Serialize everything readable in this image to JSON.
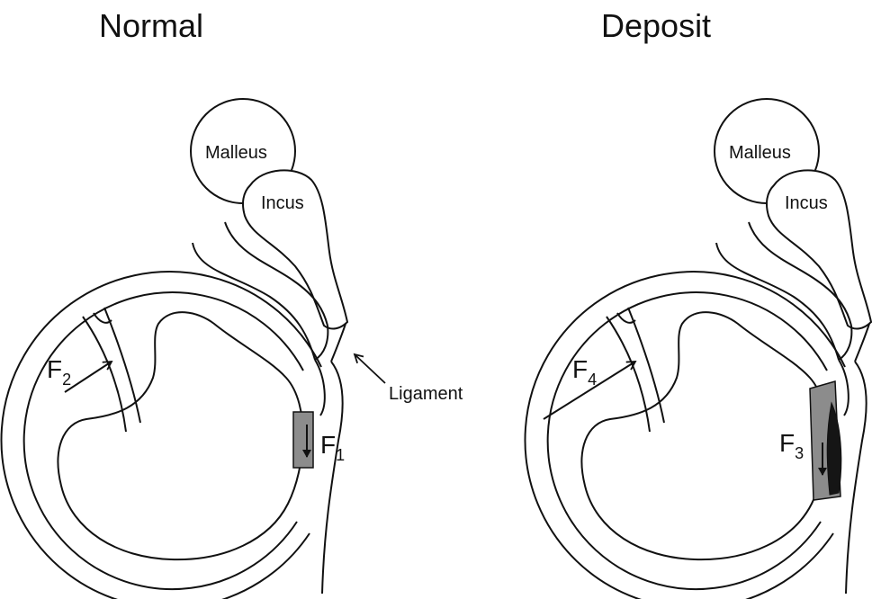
{
  "panels": {
    "normal": {
      "title": "Normal",
      "malleus": "Malleus",
      "incus": "Incus",
      "ligament": "Ligament",
      "force_a": {
        "letter": "F",
        "sub": "2"
      },
      "force_b": {
        "letter": "F",
        "sub": "1"
      }
    },
    "deposit": {
      "title": "Deposit",
      "malleus": "Malleus",
      "incus": "Incus",
      "force_a": {
        "letter": "F",
        "sub": "4"
      },
      "force_b": {
        "letter": "F",
        "sub": "3"
      }
    }
  },
  "colors": {
    "stroke": "#111111",
    "fill_gray": "#8c8c8c",
    "deposit_black": "#151515"
  }
}
